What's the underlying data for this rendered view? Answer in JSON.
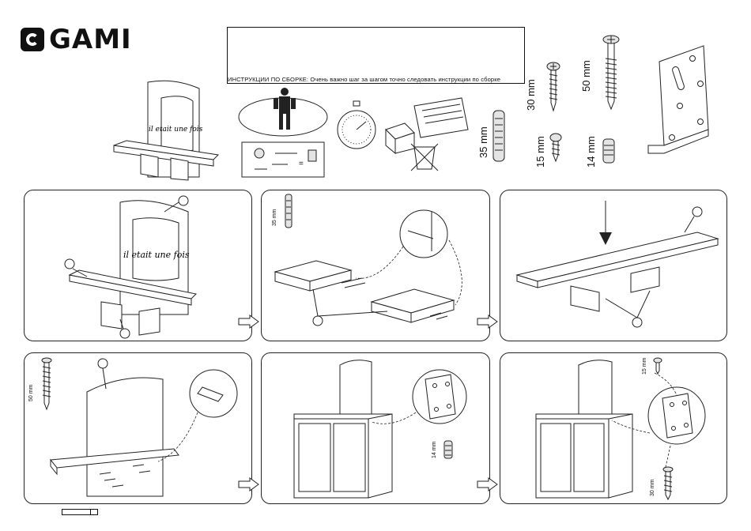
{
  "brand": {
    "name": "GAMI"
  },
  "instructions": {
    "text": "ИНСТРУКЦИИ ПО СБОРКЕ: Очень важно шаг за шагом точно следовать инструкции по сборке"
  },
  "panel_text": {
    "decor": "il etait une fois"
  },
  "hardware": {
    "dowel_35": "35 mm",
    "screw_30": "30 mm",
    "screw_50": "50 mm",
    "screw_15": "15 mm",
    "plug_14": "14 mm"
  },
  "steps": {
    "step2_dowel": "35 mm",
    "step4_screw": "50 mm",
    "step5_plug": "14 mm",
    "step6_screw_top": "15 mm",
    "step6_screw_bottom": "30 mm"
  },
  "colors": {
    "line": "#222222",
    "background": "#ffffff"
  }
}
